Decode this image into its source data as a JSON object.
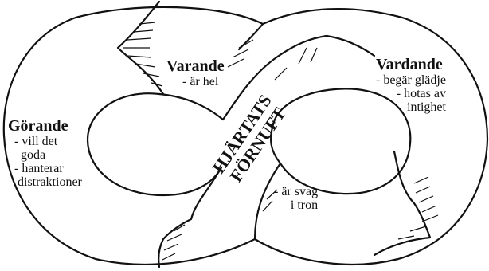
{
  "center_label": {
    "line1": "HJÄRTATS",
    "line2": "FÖRNUFT"
  },
  "gorande": {
    "title": "Görande",
    "items": [
      "- vill det",
      "goda",
      "- hanterar",
      "distraktioner"
    ]
  },
  "varande": {
    "title": "Varande",
    "items": [
      "- är hel"
    ]
  },
  "vardande": {
    "title": "Vardande",
    "items": [
      "- begär glädje",
      "- hotas av",
      "intighet"
    ]
  },
  "bottom_note": {
    "items": [
      "- är svag",
      "i tron"
    ]
  }
}
